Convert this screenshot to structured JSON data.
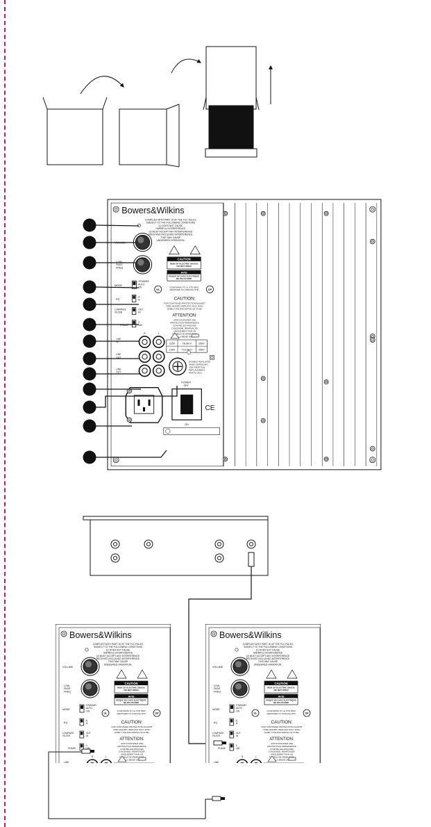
{
  "brand": "Bowers&Wilkins",
  "colors": {
    "cutline": "#c2185b",
    "ink": "#111111",
    "panel": "#f7f7f7"
  },
  "panel": {
    "fcc": [
      "COMPLIES WITH PART 15 OF THE FCC RULES",
      "SUBJECT TO THE FOLLOWING CONDITIONS",
      "(1) DOES NOT CAUSE",
      "HARMFUL INTERFERENCE",
      "(2) MUST ACCEPT ANY INTERFERENCE",
      "RECEIVED INCLUDING INTERFERENCE",
      "THAT MAY CAUSE",
      "UNDESIRED OPERATION."
    ],
    "volume": "VOLUME",
    "lowpass_freq": [
      "LOW-",
      "PASS",
      "FREQ."
    ],
    "caution_box_title": "CAUTION",
    "caution_box_text": [
      "RISK OF ELECTRIC SHOCK",
      "DO NOT OPEN"
    ],
    "avis_title": "AVIS",
    "avis_text": [
      "RISQUE DE CHOC ELECTRIQUE",
      "NE PAS OUVRIR"
    ],
    "mode": "MODE",
    "mode_options": [
      "STANDBY",
      "AUTO",
      "ON"
    ],
    "conforms": [
      "CONFORMS TO UL STD 6500",
      "CERTIFIED TO CAN/CSA STD"
    ],
    "eq": "EQ",
    "eq_options": [
      "A",
      "B"
    ],
    "caution_heading": "CAUTION:",
    "caution_lines": [
      "FOR CONTINUED PROTECTION AGAINST",
      "FIRE HAZARD, REPLACE ONLY WITH",
      "SAME TYPE AND RATING OF FUSE."
    ],
    "lowpass_filter": [
      "LOWPASS",
      "FILTER"
    ],
    "filter_options": [
      "OUT",
      "IN"
    ],
    "phase": "PHASE",
    "phase_options": [
      "0",
      "180"
    ],
    "attention_heading": "ATTENTION:",
    "attention_lines": [
      "AFIN D'ASSURER UNE",
      "PROTECTION PERMANENTE",
      "CONTRE LES RISQUES",
      "D'INCENDIE, REMPLACER",
      "UNIQUEMENT PAR UN",
      "FUSIBLE DE MEME TYPE",
      "ET DE LA MEME VALEUR."
    ],
    "line_in": [
      "LINE",
      "IN"
    ],
    "line_out": [
      "LINE",
      "OUT"
    ],
    "link_out": [
      "LINK",
      "OUT"
    ],
    "rl": [
      "R",
      "L"
    ],
    "fuse_rows": [
      [
        "115V",
        "T6.3A H",
        "250V"
      ],
      [
        "230V",
        "T3.15A H",
        "250V"
      ]
    ],
    "double_insulated": [
      "DOUBLE INSULATED",
      "WHEN SERVICING",
      "USE IDENTICAL",
      "REPLACEMENT",
      "PARTS ONLY"
    ],
    "power_off": [
      "POWER",
      "OFF"
    ],
    "power_on": "ON",
    "ce": "CE",
    "ul_mark": "UL",
    "csa_mark": "SP"
  }
}
